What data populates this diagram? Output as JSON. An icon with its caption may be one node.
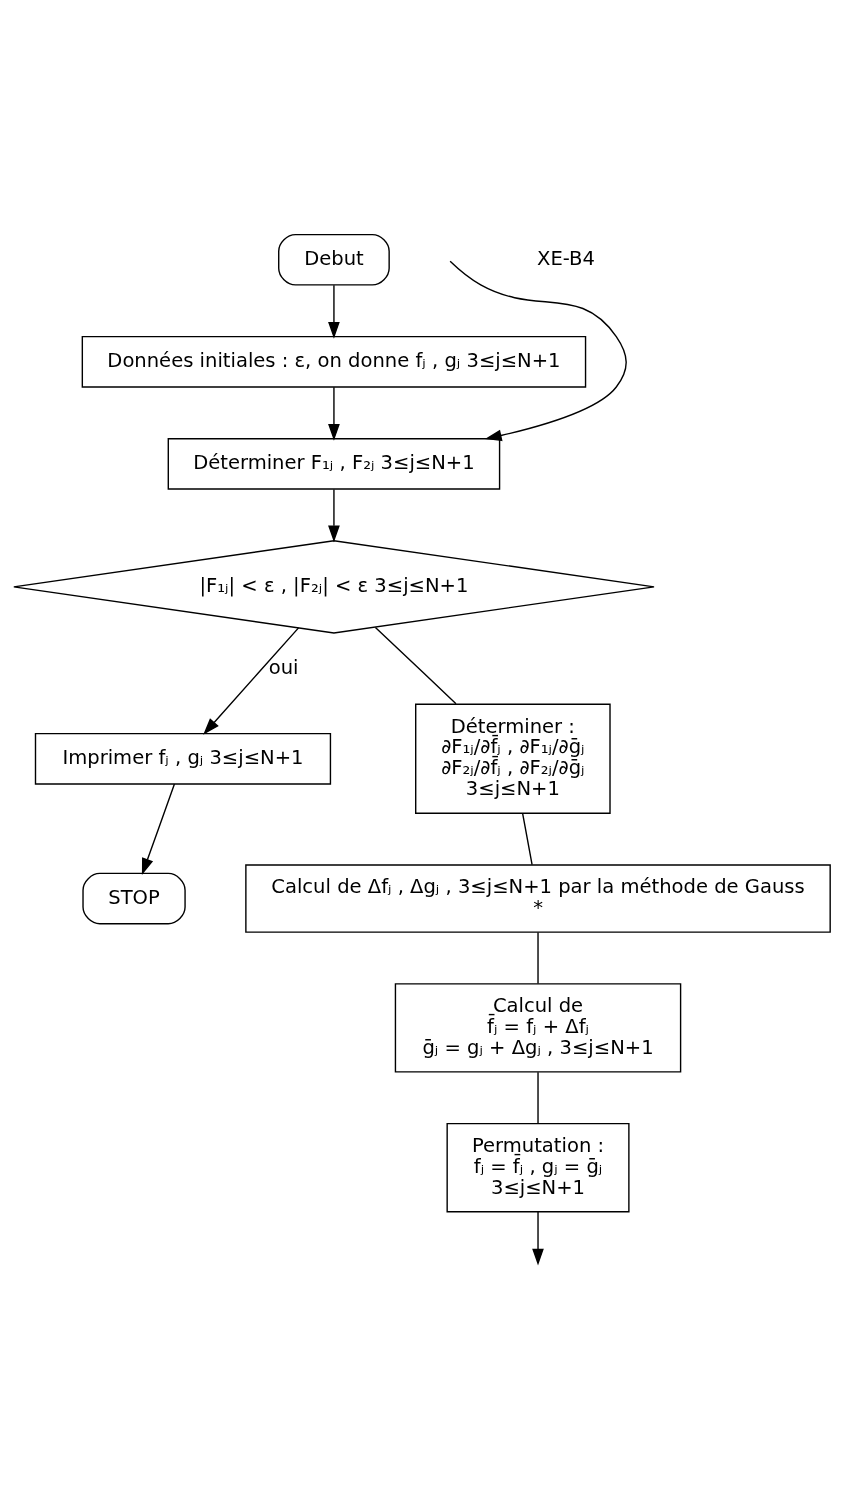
{
  "diagram": {
    "nodes": [
      {
        "text": [
          "Debut"
        ]
      },
      {
        "text": [
          "Données initiales : ε, on donne fⱼ , gⱼ 3≤j≤N+1"
        ]
      },
      {
        "text": [
          "Déterminer F₁ⱼ , F₂ⱼ 3≤j≤N+1"
        ]
      },
      {
        "text": [
          "|F₁ⱼ| < ε , |F₂ⱼ| < ε 3≤j≤N+1"
        ]
      },
      {
        "text": [
          "Imprimer fⱼ , gⱼ 3≤j≤N+1"
        ]
      },
      {
        "text": [
          "STOP"
        ]
      },
      {
        "text": [
          "Déterminer :",
          "∂F₁ⱼ/∂f̄ⱼ , ∂F₁ⱼ/∂ḡⱼ",
          "∂F₂ⱼ/∂f̄ⱼ , ∂F₂ⱼ/∂ḡⱼ",
          "3≤j≤N+1"
        ]
      },
      {
        "text": [
          "Calcul de Δfⱼ , Δgⱼ , 3≤j≤N+1 par la méthode de Gauss",
          "*"
        ]
      },
      {
        "text": [
          "Calcul de",
          "f̄ⱼ = fⱼ + Δfⱼ",
          "ḡⱼ = gⱼ + Δgⱼ , 3≤j≤N+1"
        ]
      },
      {
        "text": [
          "Permutation :",
          "fⱼ = f̄ⱼ , gⱼ = ḡⱼ",
          "3≤j≤N+1"
        ]
      }
    ],
    "edges": [
      {
        "from": 0,
        "to": 1,
        "arrow": "to"
      },
      {
        "from": 1,
        "to": 2,
        "arrow": "to"
      },
      {
        "from": 2,
        "to": 3,
        "arrow": "to"
      },
      {
        "from": 3,
        "to": 4,
        "arrow": "to",
        "label": "oui"
      },
      {
        "from": 4,
        "to": 5,
        "arrow": "to"
      },
      {
        "from": 3,
        "to": 6,
        "arrow": "none"
      },
      {
        "from": 6,
        "to": 7,
        "arrow": "none"
      },
      {
        "from": 7,
        "to": 8,
        "arrow": "none"
      },
      {
        "from": 8,
        "to": 9,
        "arrow": "none"
      },
      {
        "from": 9,
        "to": null,
        "arrow": "to"
      },
      {
        "from": null,
        "to": 2,
        "arrow": "to"
      }
    ],
    "labels": [
      "XE-B4"
    ]
  }
}
